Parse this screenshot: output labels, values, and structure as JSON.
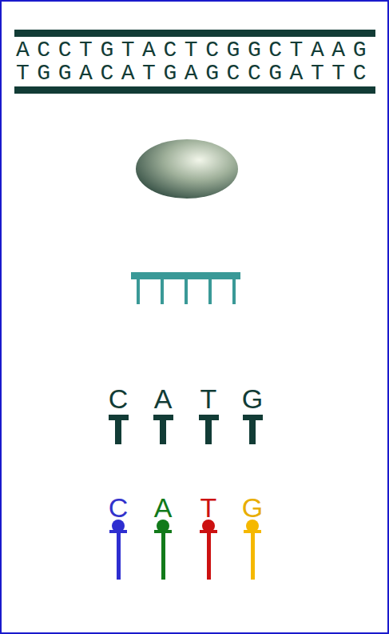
{
  "diagram": {
    "labels": [
      "ACCTGTACTCGGCTAAG",
      "TGGACATGAGCCGATTC",
      "C",
      "A",
      "T",
      "G",
      "C",
      "A",
      "T",
      "G"
    ]
  }
}
